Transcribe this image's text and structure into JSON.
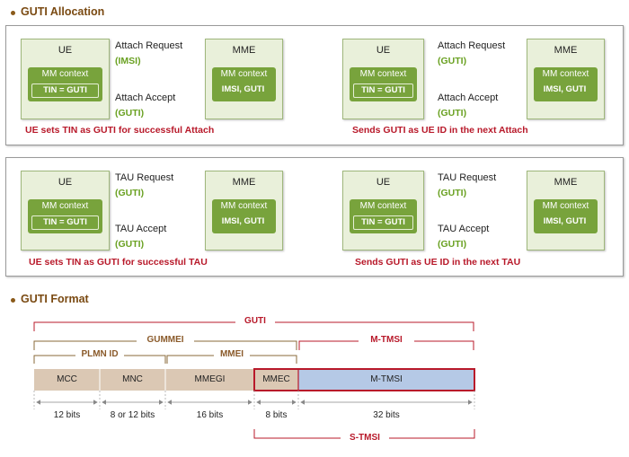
{
  "sections": {
    "allocation_title": "GUTI Allocation",
    "format_title": "GUTI Format"
  },
  "attach_row": {
    "left": {
      "ue_label": "UE",
      "mme_label": "MME",
      "ue_context_label": "MM context",
      "ue_context_value": "TIN = GUTI",
      "mme_context_label": "MM context",
      "mme_context_value": "IMSI, GUTI",
      "top_msg": "Attach Request",
      "top_msg_param": "(IMSI)",
      "bottom_msg": "Attach Accept",
      "bottom_msg_param": "(GUTI)",
      "caption": "UE sets TIN as GUTI for successful Attach"
    },
    "right": {
      "ue_label": "UE",
      "mme_label": "MME",
      "ue_context_label": "MM context",
      "ue_context_value": "TIN = GUTI",
      "mme_context_label": "MM context",
      "mme_context_value": "IMSI, GUTI",
      "top_msg": "Attach Request",
      "top_msg_param": "(GUTI)",
      "bottom_msg": "Attach Accept",
      "bottom_msg_param": "(GUTI)",
      "caption": "Sends GUTI as UE ID in the next Attach"
    }
  },
  "tau_row": {
    "left": {
      "ue_label": "UE",
      "mme_label": "MME",
      "ue_context_label": "MM context",
      "ue_context_value": "TIN = GUTI",
      "mme_context_label": "MM context",
      "mme_context_value": "IMSI, GUTI",
      "top_msg": "TAU Request",
      "top_msg_param": "(GUTI)",
      "bottom_msg": "TAU Accept",
      "bottom_msg_param": "(GUTI)",
      "caption": "UE sets TIN as GUTI for successful TAU"
    },
    "right": {
      "ue_label": "UE",
      "mme_label": "MME",
      "ue_context_label": "MM context",
      "ue_context_value": "TIN = GUTI",
      "mme_context_label": "MM context",
      "mme_context_value": "IMSI, GUTI",
      "top_msg": "TAU Request",
      "top_msg_param": "(GUTI)",
      "bottom_msg": "TAU Accept",
      "bottom_msg_param": "(GUTI)",
      "caption": "Sends GUTI as UE ID in the next TAU"
    }
  },
  "format": {
    "brackets": {
      "guti": "GUTI",
      "gummei": "GUMMEI",
      "mtmsi_top": "M-TMSI",
      "plmn_id": "PLMN ID",
      "mmei": "MMEI",
      "stmsi": "S-TMSI"
    },
    "fields": [
      "MCC",
      "MNC",
      "MMEGI",
      "MMEC",
      "M-TMSI"
    ],
    "bits": [
      "12 bits",
      "8 or 12 bits",
      "16 bits",
      "8 bits",
      "32 bits"
    ]
  },
  "colors": {
    "node_fill": "#e9f0da",
    "context_fill": "#78a33c",
    "message_arrow": "#6aa122",
    "param_text": "#6aa122",
    "caption_red": "#b8192a",
    "link_blue": "#3d7ad6",
    "field_tan": "#dbc8b4",
    "field_blue": "#b5c9e6",
    "bracket_red": "#b8192a"
  }
}
